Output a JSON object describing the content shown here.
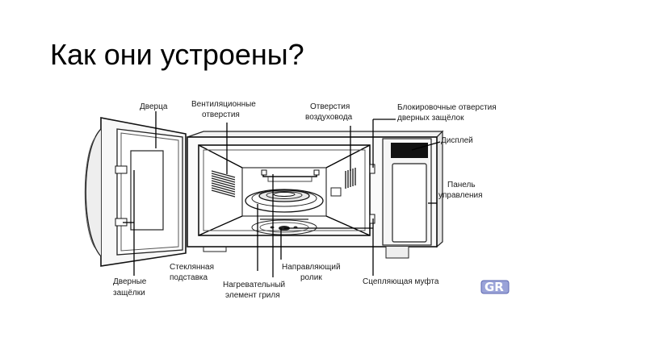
{
  "slide": {
    "title": "Как они устроены?"
  },
  "labels": {
    "door": "Дверца",
    "vent_1": "Вентиляционные",
    "vent_2": "отверстия",
    "duct_1": "Отверстия",
    "duct_2": "воздуховода",
    "lock_holes_1": "Блокировочные отверстия",
    "lock_holes_2": "дверных защёлок",
    "display": "Дисплей",
    "panel_1": "Панель",
    "panel_2": "управления",
    "latches_1": "Дверные",
    "latches_2": "защёлки",
    "glass_1": "Стеклянная",
    "glass_2": "подставка",
    "heater_1": "Нагревательный",
    "heater_2": "элемент гриля",
    "roller_1": "Направляющий",
    "roller_2": "ролик",
    "coupling": "Сцепляющая муфта"
  },
  "logo": {
    "text": "GR",
    "color": "#9aa3d8"
  }
}
